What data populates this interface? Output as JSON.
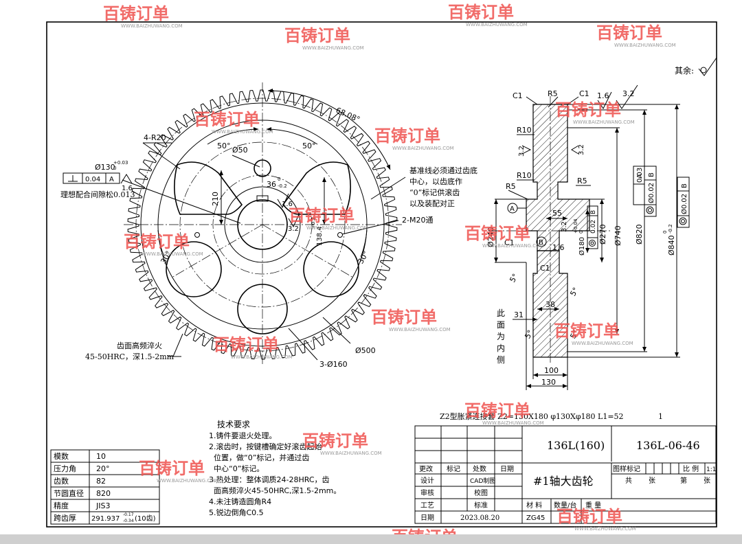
{
  "watermark": {
    "brand": "百铸订单",
    "url": "WWW.BAIZHUWANG.COM"
  },
  "corner_text": "其余:",
  "front_view": {
    "angle_68": "68.08°",
    "angle_50_left": "50°",
    "angle_50_right": "50°",
    "r20": "4-R20",
    "d50": "Ø50",
    "keyway": "36",
    "keyway_tol_upper": "0",
    "keyway_tol_lower": "-0.2",
    "d130": "Ø130",
    "d130_tol_upper": "+0.03",
    "d130_tol_lower": "0",
    "fit_note": "理想配合间隙松0.013",
    "gdt_perp_value": "0.04",
    "gdt_perp_datum": "A",
    "rough_16_a": "1.6",
    "rough_16_b": "1.6",
    "rough_32": "3.2",
    "dim_210": "210",
    "dim_138": "138.4",
    "dim_138_tol": "+0.2",
    "m20": "2-M20通",
    "angle_30_left": "30°",
    "angle_30_right": "30°",
    "d500": "Ø500",
    "d160": "3-Ø160",
    "datum_note": "基准线必须通过齿底中心，以齿底作“0”标记供滚齿以及装配对正",
    "harden_note_1": "齿面高频淬火",
    "harden_note_2": "45-50HRC，深1.5-2mm"
  },
  "side_view": {
    "c1_top_left": "C1",
    "r5_top": "R5",
    "c1_top_right": "C1",
    "rough_top_1": "1.6",
    "rough_top_2": "3.2",
    "r10_a": "R10",
    "r10_b": "R10",
    "r5_left": "R5",
    "r5_right": "R5",
    "rough_32_left": "3.2",
    "rough_32_right": "3.2",
    "datum_a": "A",
    "datum_b": "B",
    "d240": "Ø240",
    "c1_mid": "C1",
    "c1_low": "C1",
    "dim_55": "55",
    "rough_32_hub": "3.2",
    "rough_16_hub": "1.6",
    "d180": "Ø180",
    "d180_tol_upper": "+0.04",
    "d180_tol_lower": "0",
    "hub_runout": "0.02",
    "hub_runout_datum": "B",
    "d270": "Ø270",
    "d740": "Ø740",
    "d820": "Ø820",
    "runout_a_value": "0.03",
    "runout_a_datum": "A",
    "runout_b_value": "Ø0.02",
    "runout_b_datum": "B",
    "d840": "Ø840",
    "d840_tol_upper": "0",
    "d840_tol_lower": "-0.2",
    "runout_c_value": "Ø0.02",
    "runout_c_datum": "B",
    "slope_5a": "5°",
    "slope_5b": "5°",
    "slope_5c": "5°",
    "slope_5d": "5°",
    "dim_38": "38",
    "dim_31": "31",
    "dim_100": "100",
    "dim_130": "130",
    "inside_note": [
      "此",
      "面",
      "为",
      "内",
      "侧"
    ]
  },
  "coupling_note": "Z2型胀紧连接套  Z2=130X180  φ130Xφ180  L1=52",
  "coupling_qty": "1",
  "tech_req": {
    "title": "技术要求",
    "items": [
      "1.铸件要退火处理。",
      "2.滚齿时，按键槽确定好滚齿起始",
      "  位置，做“0”标记，并通过齿",
      "  中心“0”标记。",
      "3.热处理：整体调质24-28HRC，齿",
      "  面高频淬火45-50HRC,深1.5-2mm。",
      "4.未注铸造圆角R4",
      "5.锐边倒角C0.5"
    ]
  },
  "gear_params": [
    {
      "label": "模数",
      "value": "10"
    },
    {
      "label": "压力角",
      "value": "20°"
    },
    {
      "label": "齿数",
      "value": "82"
    },
    {
      "label": "节圆直径",
      "value": "820"
    },
    {
      "label": "精度",
      "value": "JIS3"
    },
    {
      "label": "跨齿厚",
      "value": "291.937",
      "tol_upper": "-0.17",
      "tol_lower": "-0.34",
      "suffix": "(10齿)"
    }
  ],
  "title_block": {
    "model": "136L(160)",
    "drawing_no": "136L-06-46",
    "part_name": "#1轴大齿轮",
    "row_change": [
      "更改",
      "标记",
      "处数",
      "日期"
    ],
    "design": "设计",
    "cad": "CAD制图",
    "review": "审核",
    "proof": "校图",
    "process": "工艺",
    "standard": "标准",
    "date_label": "日期",
    "date": "2023.08.20",
    "sample_mark": "图样标记",
    "scale_label": "比 例",
    "scale": "1:1",
    "total": "共",
    "sheets": "张",
    "sheet_no": "第",
    "sheet_unit": "张",
    "material": "材 料",
    "qty": "数量/台",
    "weight": "重 量",
    "material_value": "ZG45"
  }
}
